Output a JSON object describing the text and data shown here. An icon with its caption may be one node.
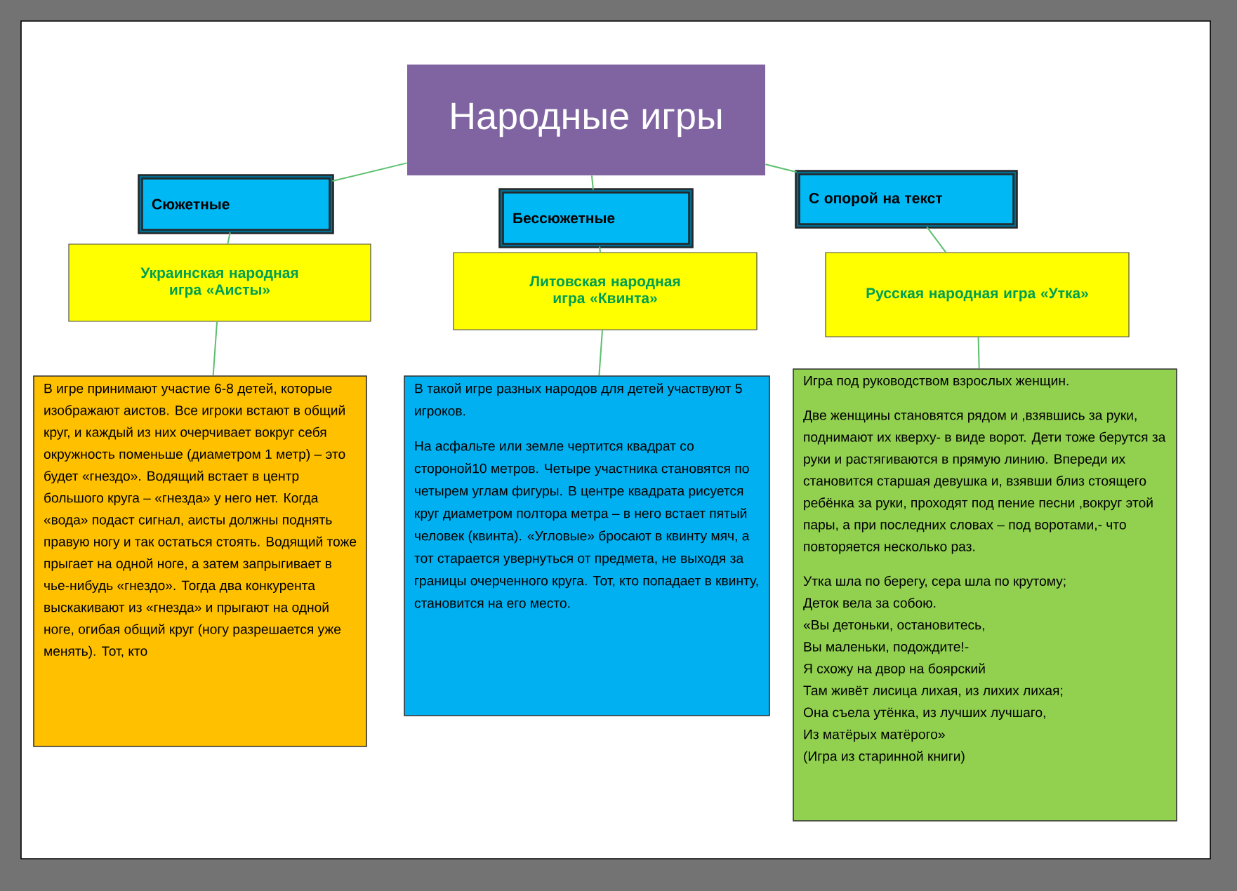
{
  "diagram": {
    "nodes": [
      {
        "text": [
          "Народные игры"
        ]
      },
      {
        "text": [
          "Сюжетные"
        ]
      },
      {
        "text": [
          "Бессюжетные"
        ]
      },
      {
        "text": [
          "С опорой на текст"
        ]
      },
      {
        "text": [
          "Украинская народная игра «Аисты»"
        ]
      },
      {
        "text": [
          "Литовская народная игра «Квинта»"
        ]
      },
      {
        "text": [
          "Русская народная игра «Утка»"
        ]
      },
      {
        "text": [
          "В игре принимают участие 6-8 детей, которые изображают аистов. Все игроки встают в общий круг, и каждый из них очерчивает вокруг себя окружность поменьше (диаметром 1 метр) – это будет «гнездо». Водящий встает в центр большого круга – «гнезда» у него нет. Когда «вода» подаст сигнал, аисты должны поднять правую ногу и так остаться стоять. Водящий тоже прыгает на одной ноге, а затем запрыгивает в чье-нибудь «гнездо». Тогда два конкурента выскакивают из «гнезда» и прыгают на одной ноге, огибая общий круг (ногу разрешается уже менять). Тот, кто"
        ]
      },
      {
        "text": [
          "В такой игре разных народов для детей участвуют 5 игроков.",
          "На асфальте или земле чертится квадрат со стороной10 метров. Четыре участника становятся по четырем углам фигуры. В центре квадрата рисуется круг диаметром полтора метра – в него встает пятый человек (квинта). «Угловые» бросают в квинту мяч, а тот старается увернуться от предмета, не выходя за границы очерченного круга. Тот, кто попадает в квинту, становится на его место."
        ]
      },
      {
        "text": [
          "Игра под руководством взрослых женщин.",
          "Две женщины становятся рядом и ,взявшись за руки, поднимают их кверху- в виде ворот. Дети тоже берутся за руки и растягиваются в прямую линию. Впереди их становится старшая девушка и, взявши близ стоящего ребёнка за руки, проходят под пение песни ,вокруг этой пары, а при последних словах – под воротами,- что повторяется несколько раз.",
          "Утка шла по берегу, сера шла по крутому;",
          "Деток вела за собою.",
          "«Вы детоньки, остановитесь,",
          "Вы маленьки, подождите!-",
          "Я схожу на двор на боярский",
          "Там живёт лисица лихая, из лихих лихая;",
          "Она съела утёнка, из лучших лучшаго,",
          "Из матёрых матёрого»",
          "(Игра из старинной книги)"
        ]
      }
    ],
    "edges": [
      {
        "from": 0,
        "to": 1,
        "arrow": "none"
      },
      {
        "from": 0,
        "to": 2,
        "arrow": "none"
      },
      {
        "from": 0,
        "to": 3,
        "arrow": "none"
      },
      {
        "from": 1,
        "to": 4,
        "arrow": "none"
      },
      {
        "from": 2,
        "to": 5,
        "arrow": "none"
      },
      {
        "from": 3,
        "to": 6,
        "arrow": "none"
      },
      {
        "from": 4,
        "to": 7,
        "arrow": "none"
      },
      {
        "from": 5,
        "to": 8,
        "arrow": "none"
      },
      {
        "from": 6,
        "to": 9,
        "arrow": "none"
      }
    ]
  }
}
